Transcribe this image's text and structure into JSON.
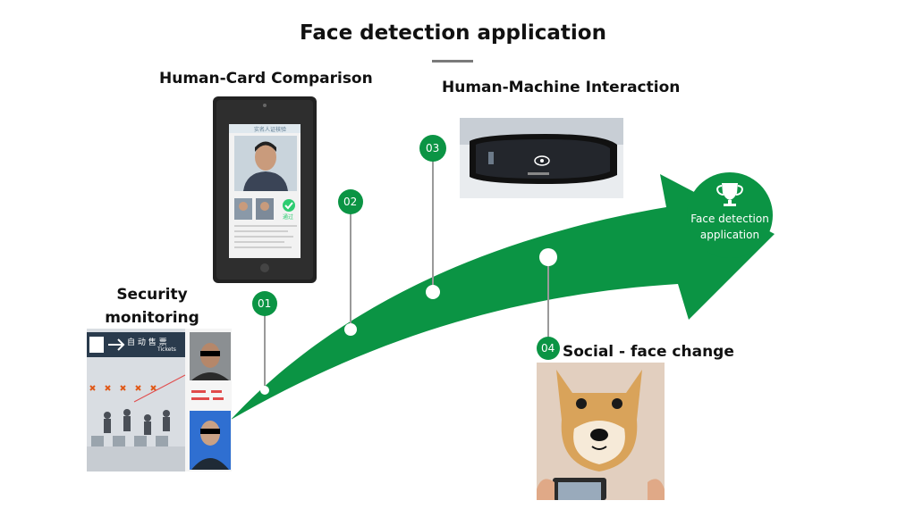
{
  "title": "Face detection application",
  "stages": [
    {
      "number": "01",
      "label_lines": [
        "Security",
        "monitoring"
      ]
    },
    {
      "number": "02",
      "label": "Human-Card Comparison"
    },
    {
      "number": "03",
      "label": "Human-Machine Interaction"
    },
    {
      "number": "04",
      "label": "Social - face change"
    }
  ],
  "goal": {
    "lines": [
      "Face detection",
      "application"
    ],
    "icon": "trophy-icon"
  },
  "station": {
    "sign_text": "自 动 售 票",
    "sign_sub": "Tickets"
  },
  "tablet": {
    "header_text": "实名人证核验",
    "status_text": "通过"
  },
  "colors": {
    "green": "#0b9444",
    "dark": "#2b2b2b"
  }
}
